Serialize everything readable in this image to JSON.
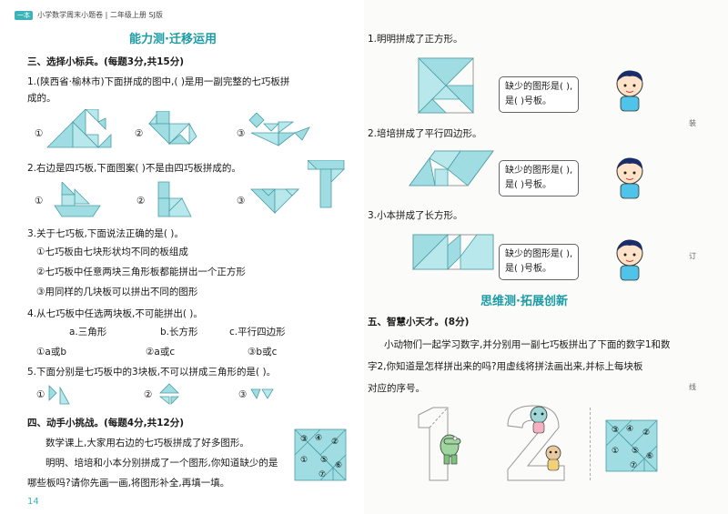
{
  "header": {
    "badge": "一本",
    "text": "小学数学周末小题卷 | 二年级上册 SJ版"
  },
  "left": {
    "section_title": "能力测·迁移运用",
    "s3": {
      "title": "三、选择小标兵。(每题3分,共15分)",
      "q1_text": "1.(陕西省·榆林市)下面拼成的图中,(    )是用一副完整的七巧板拼",
      "q1_text2": "成的。",
      "q1_opts": [
        "①",
        "②",
        "③"
      ],
      "q2_text": "2.右边是四巧板,下面图案(    )不是由四巧板拼成的。",
      "q2_opts": [
        "①",
        "②",
        "③"
      ],
      "q3_text": "3.关于七巧板,下面说法正确的是(    )。",
      "q3_a": "①七巧板由七块形状均不同的板组成",
      "q3_b": "②七巧板中任意两块三角形板都能拼出一个正方形",
      "q3_c": "③用同样的几块板可以拼出不同的图形",
      "q4_text": "4.从七巧板中任选两块板,不可能拼出(    )。",
      "q4_a": "a.三角形",
      "q4_b": "b.长方形",
      "q4_c": "c.平行四边形",
      "q4_o1": "①a或b",
      "q4_o2": "②a或c",
      "q4_o3": "③b或c",
      "q5_text": "5.下面分别是七巧板中的3块板,不可以拼成三角形的是(    )。",
      "q5_opts": [
        "①",
        "②",
        "③"
      ]
    },
    "s4": {
      "title": "四、动手小挑战。(每题4分,共12分)",
      "p1": "数学课上,大家用右边的七巧板拼成了好多图形。",
      "p2": "明明、培培和小本分别拼成了一个图形,你知道缺少的是",
      "p3": "哪些板吗?请你先画一画,将图形补全,再填一填。",
      "tangram_nums": [
        "①",
        "②",
        "③",
        "④",
        "⑤",
        "⑥",
        "⑦"
      ]
    },
    "page_number": "14"
  },
  "right": {
    "r1": "1.明明拼成了正方形。",
    "r2": "2.培培拼成了平行四边形。",
    "r3": "3.小本拼成了长方形。",
    "bubble_line1": "缺少的图形是(          ),",
    "bubble_line2": "是(        )号板。",
    "section_title": "思维测·拓展创新",
    "s5_title": "五、智慧小天才。(8分)",
    "s5_p1": "小动物们一起学习数字,并分别用一副七巧板拼出了下面的数字1和数",
    "s5_p2": "字2,你知道是怎样拼出来的吗?用虚线将拼法画出来,并标上每块板",
    "s5_p3": "对应的序号。",
    "tangram_nums": [
      "①",
      "②",
      "③",
      "④",
      "⑤",
      "⑥",
      "⑦"
    ],
    "binding": [
      "装",
      "订",
      "线"
    ]
  }
}
